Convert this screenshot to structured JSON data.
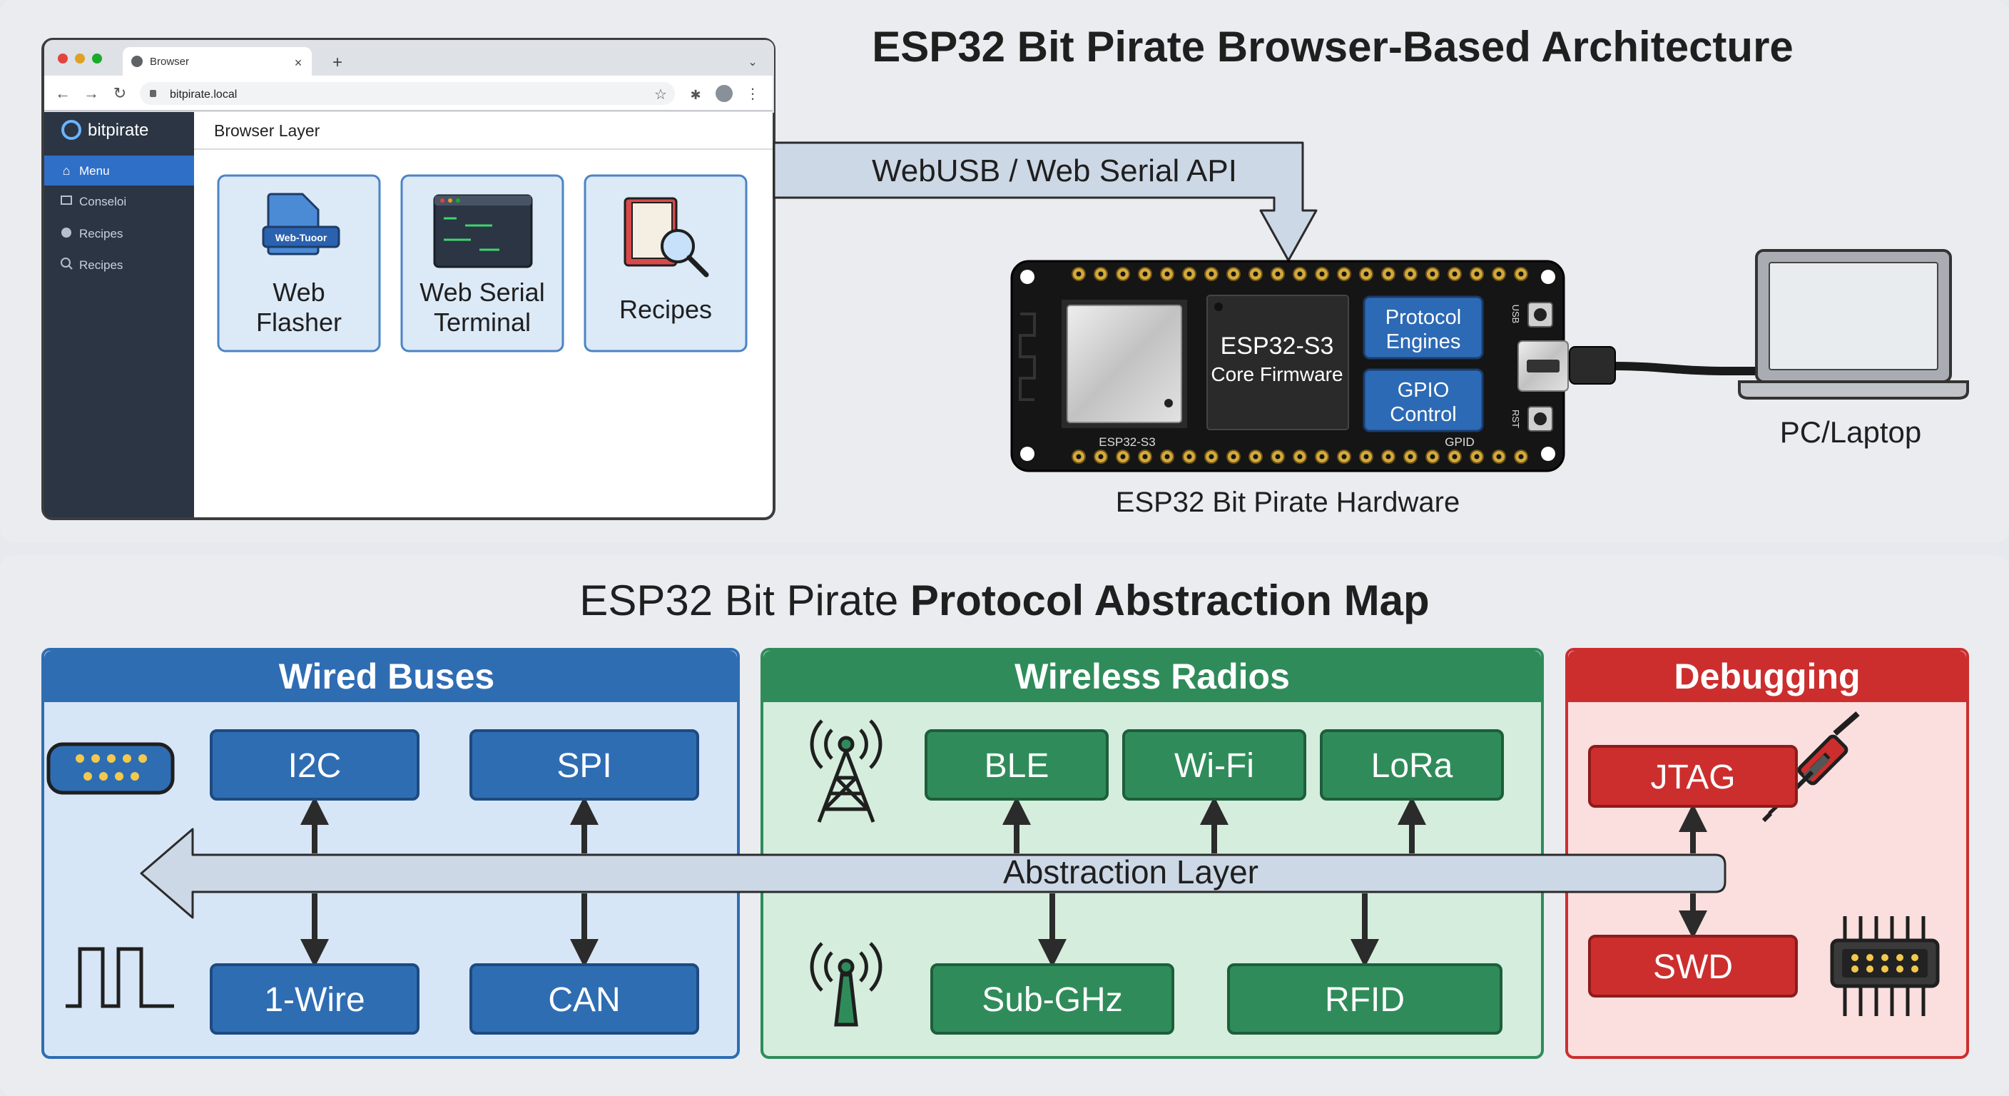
{
  "top": {
    "title": "ESP32 Bit Pirate Browser-Based Architecture",
    "browser": {
      "tab_title": "Browser",
      "url": "bitpirate.local",
      "brand": "bitpirate",
      "sidebar_items": [
        "Menu",
        "Conseloi",
        "Recipes",
        "Recipes"
      ],
      "content_header": "Browser Layer",
      "tiles": [
        {
          "line1": "Web",
          "line2": "Flasher",
          "icon_label": "Web-Tuoor"
        },
        {
          "line1": "Web Serial",
          "line2": "Terminal"
        },
        {
          "line1": "Recipes",
          "line2": ""
        }
      ]
    },
    "api_arrow_label": "WebUSB / Web Serial API",
    "board": {
      "chip_title": "ESP32-S3",
      "chip_subtitle": "Core Firmware",
      "block1_line1": "Protocol",
      "block1_line2": "Engines",
      "block2_line1": "GPIO",
      "block2_line2": "Control",
      "silk_left": "ESP32-S3",
      "silk_right": "GPID",
      "button_top": "USB",
      "button_bottom": "RST",
      "caption": "ESP32 Bit Pirate Hardware"
    },
    "laptop_label": "PC/Laptop"
  },
  "bottom": {
    "title_normal": "ESP32 Bit Pirate ",
    "title_bold": "Protocol Abstraction Map",
    "abstraction_label": "Abstraction Layer",
    "wired": {
      "title": "Wired Buses",
      "top": [
        "I2C",
        "SPI"
      ],
      "bottom": [
        "1-Wire",
        "CAN"
      ]
    },
    "wireless": {
      "title": "Wireless Radios",
      "top": [
        "BLE",
        "Wi-Fi",
        "LoRa"
      ],
      "bottom": [
        "Sub-GHz",
        "RFID"
      ]
    },
    "debug": {
      "title": "Debugging",
      "top": [
        "JTAG"
      ],
      "bottom": [
        "SWD"
      ]
    }
  },
  "colors": {
    "wired_header": "#2f6db3",
    "wired_fill": "#d7e6f6",
    "wireless_header": "#2f8c5a",
    "wireless_fill": "#d5eddd",
    "debug_header": "#cc2e2e",
    "debug_fill": "#fbdede",
    "arrow_fill": "#cdd8e6"
  }
}
